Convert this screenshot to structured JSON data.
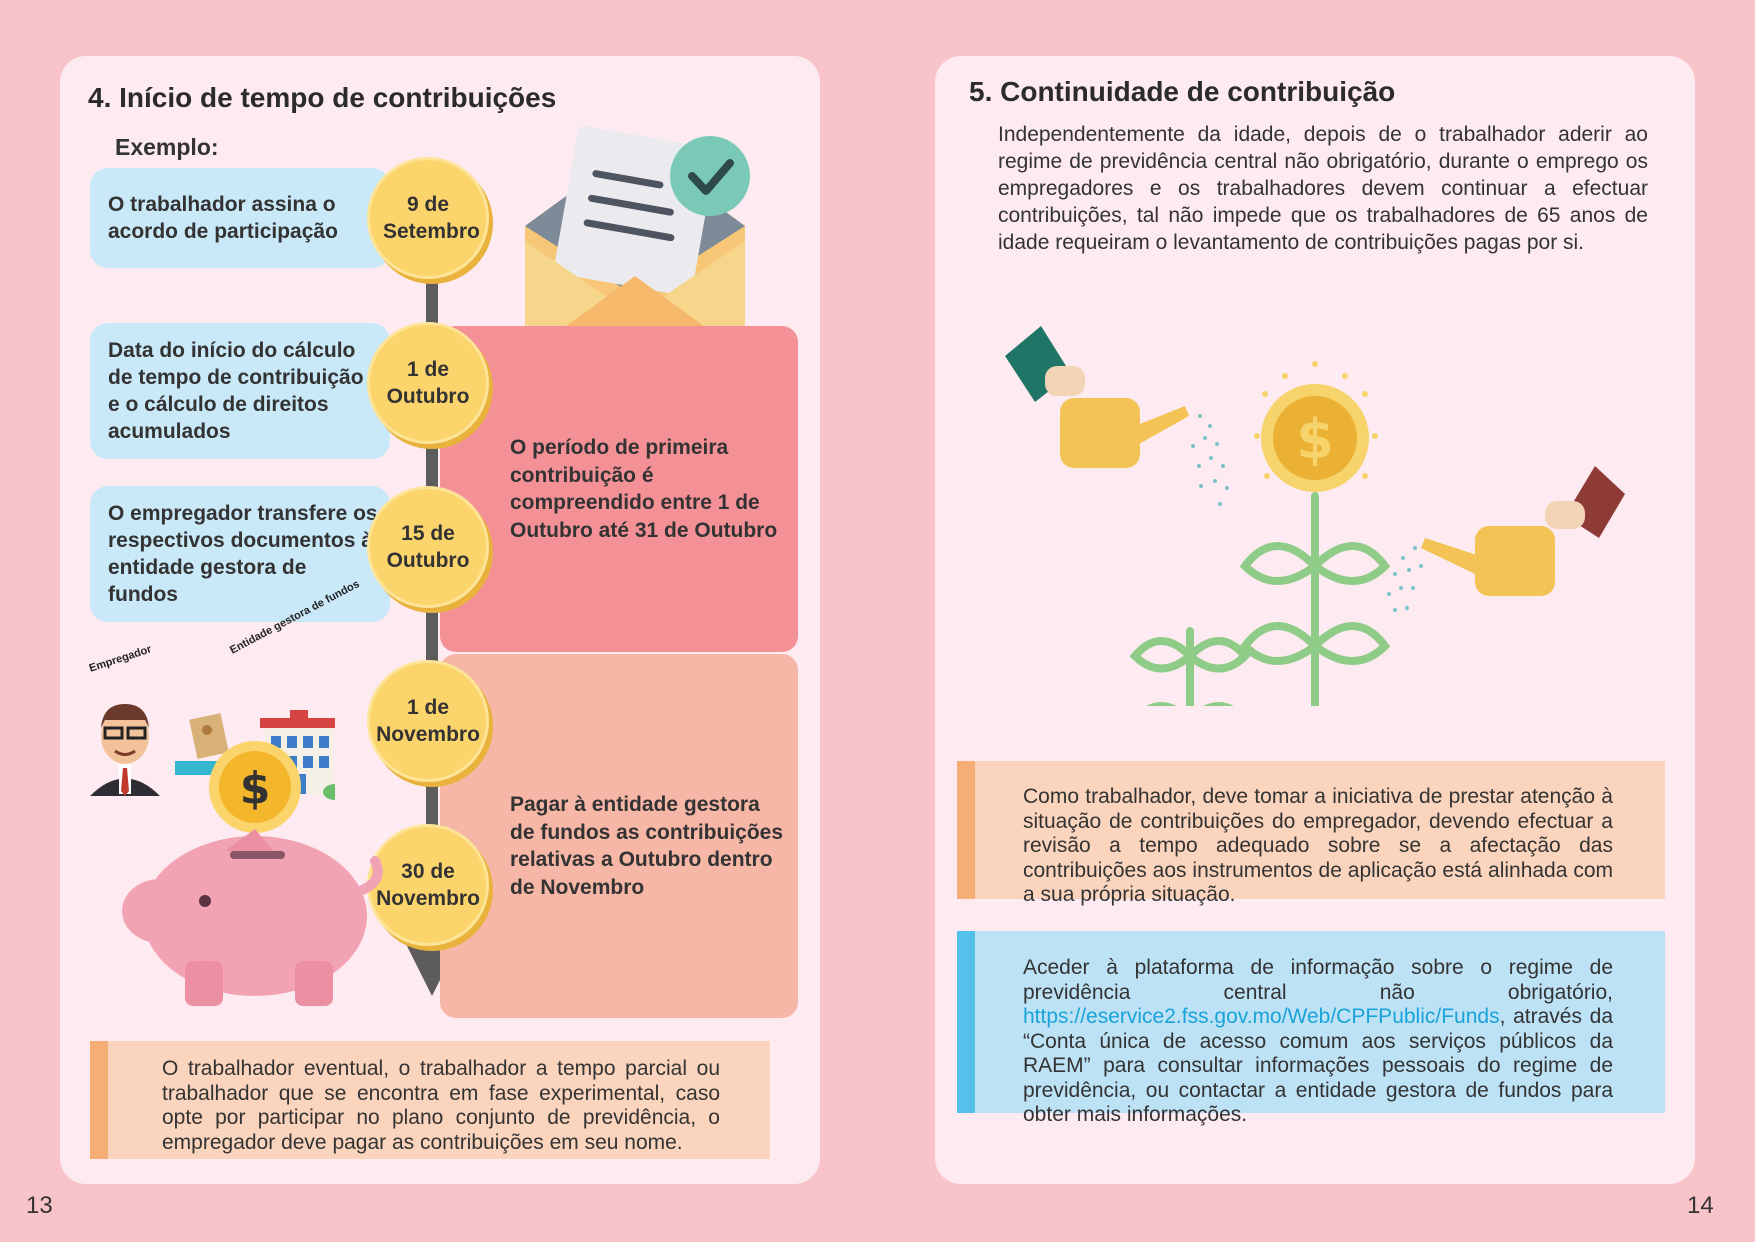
{
  "left": {
    "title": "4. Início de tempo de contribuições",
    "example_label": "Exemplo:",
    "events": [
      {
        "text": "O trabalhador assina o acordo de participação",
        "date": "9 de Setembro"
      },
      {
        "text": "Data do início do cálculo de tempo de contribuição e o cálculo de direitos acumulados",
        "date": "1 de Outubro"
      },
      {
        "text": "O empregador transfere os respectivos documentos à entidade gestora de fundos",
        "date": "15 de Outubro"
      }
    ],
    "dates_extra": [
      "1 de Novembro",
      "30 de Novembro"
    ],
    "period_1": "O período de primeira contribuição é compreendido entre 1 de Outubro até 31 de Outubro",
    "period_2": "Pagar à entidade gestora de fundos as contribuições relativas a Outubro dentro de Novembro",
    "label_employer": "Empregador",
    "label_fund": "Entidade gestora de fundos",
    "note": "O trabalhador eventual, o trabalhador a tempo parcial ou trabalhador que se encontra em fase experimental, caso opte por participar no plano conjunto de previdência, o empregador deve pagar as contribuições em seu nome.",
    "page_number": "13"
  },
  "right": {
    "title": "5. Continuidade de contribuição",
    "paragraph": "Independentemente da idade, depois de o trabalhador aderir ao regime de previdência central não obrigatório, durante o emprego os empregadores e os trabalhadores devem continuar a efectuar contribuições, tal não impede que os trabalhadores de 65 anos de idade requeiram o levantamento de contribuições pagas por si.",
    "note_1": "Como trabalhador, deve tomar a iniciativa de prestar atenção à situação de contribuições do empregador, devendo efectuar a revisão a tempo adequado sobre se a afectação das contribuições aos instrumentos de aplicação está alinhada com a sua própria situação.",
    "note_2_before": "Aceder à plataforma de informação sobre o regime de previdência central não obrigatório, ",
    "note_2_link": "https://eservice2.fss.gov.mo/Web/CPFPublic/Funds",
    "note_2_after": ", através da “Conta única de acesso comum aos serviços públicos da RAEM” para consultar informações pessoais do regime de previdência, ou contactar a entidade gestora de fundos para obter mais informações.",
    "page_number": "14"
  },
  "colors": {
    "background": "#f9c4c9",
    "page": "#fdebf1",
    "event_box": "#c9e8f8",
    "coin": "#fcd46c",
    "period_1": "#f49197",
    "period_2": "#f7b7a6",
    "note_orange": "#fbd4bd",
    "note_blue": "#bde2f6",
    "link": "#1aa3d9"
  },
  "icons": [
    "envelope-check-icon",
    "employer-avatar-icon",
    "document-envelope-icon",
    "arrow-right-icon",
    "fund-building-icon",
    "piggy-bank-icon",
    "dollar-coin-icon",
    "watering-can-icon",
    "money-plant-icon"
  ]
}
